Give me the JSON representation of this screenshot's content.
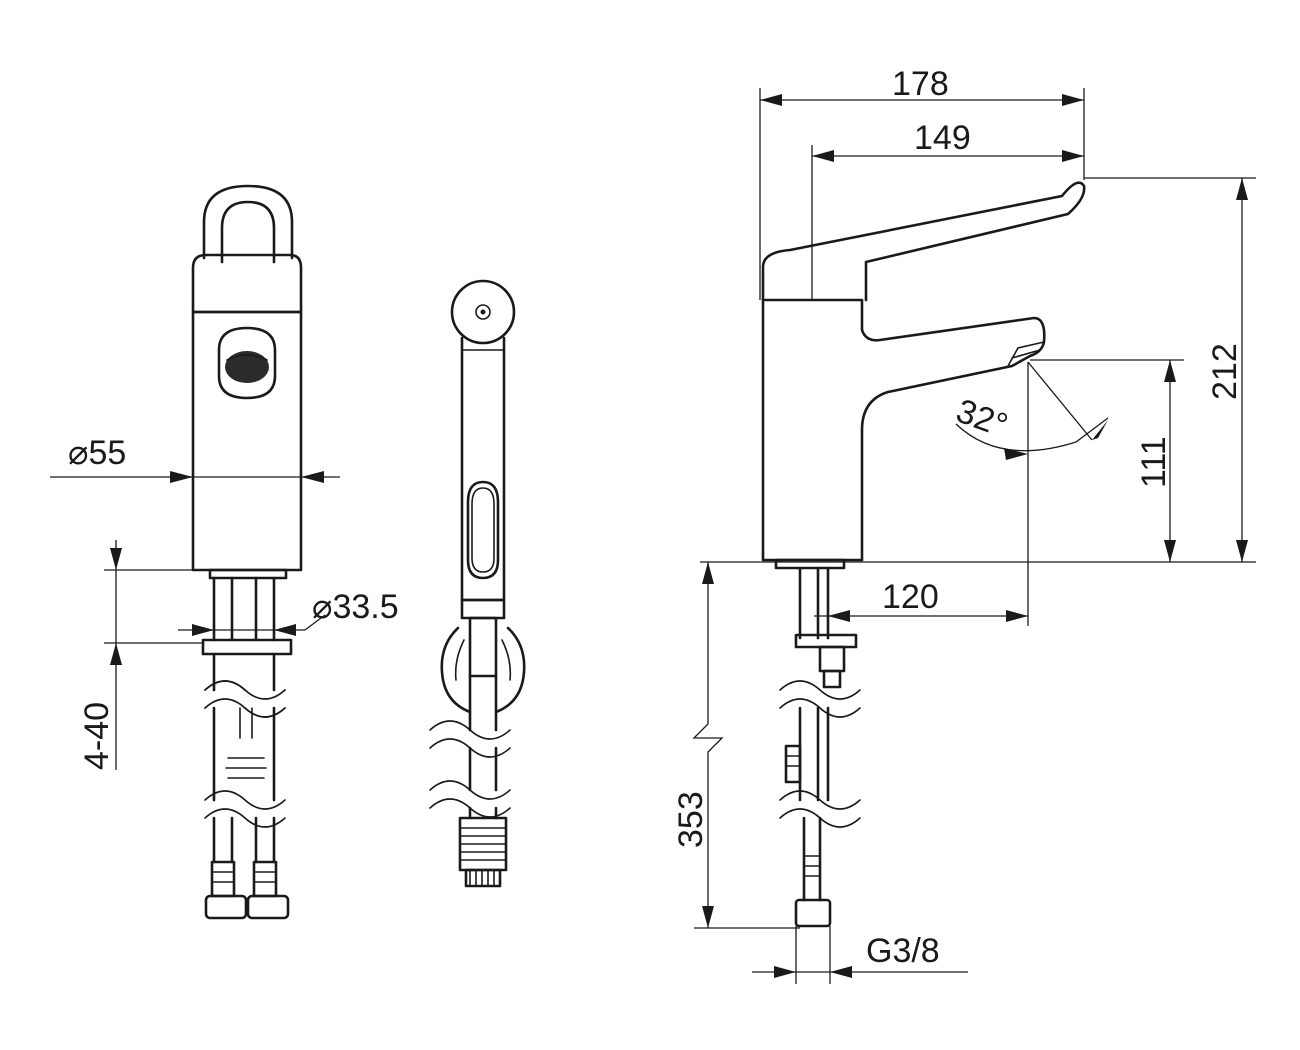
{
  "drawing": {
    "views": [
      "front-view",
      "hand-shower-view",
      "side-view"
    ],
    "dimensions": {
      "diameter_body": "⌀55",
      "diameter_shank": "⌀33.5",
      "deck_thickness": "4-40",
      "width_total": "178",
      "width_lever": "149",
      "height_total": "212",
      "height_outlet": "111",
      "angle_spray": "32°",
      "reach": "120",
      "hose_length": "353",
      "thread": "G3/8"
    },
    "colors": {
      "line": "#1a1a1a",
      "background": "#ffffff"
    }
  }
}
